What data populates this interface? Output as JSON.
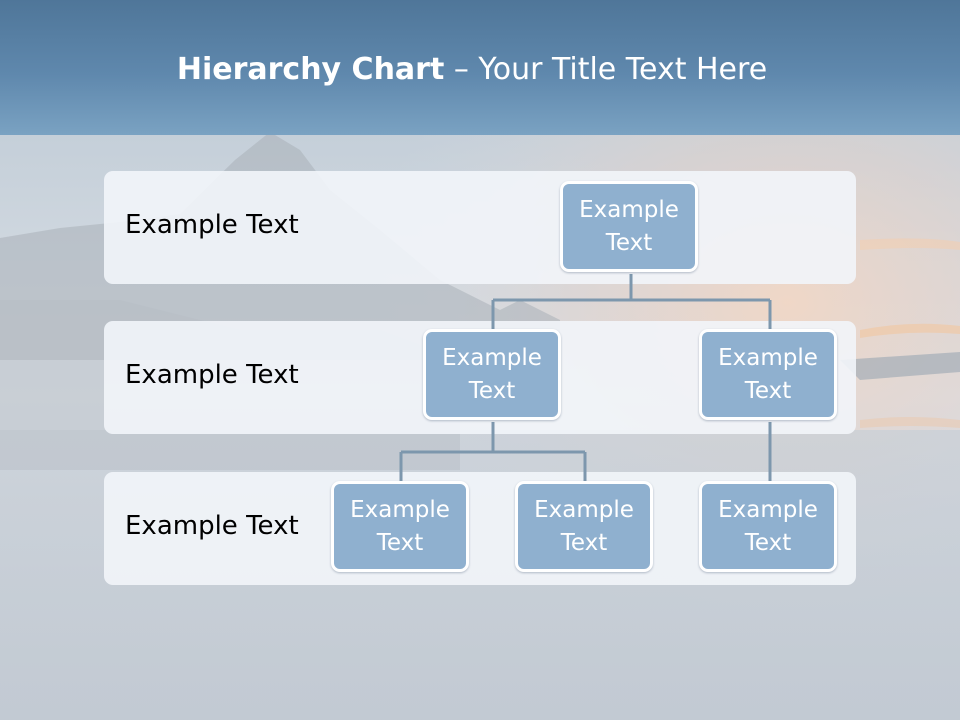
{
  "slide": {
    "title_bold": "Hierarchy Chart",
    "title_rest": " – Your Title Text Here"
  },
  "rows": [
    {
      "label": "Example Text"
    },
    {
      "label": "Example Text"
    },
    {
      "label": "Example Text"
    }
  ],
  "nodes": {
    "root": "Example Text",
    "level2_left": "Example Text",
    "level2_right": "Example Text",
    "level3_a": "Example Text",
    "level3_b": "Example Text",
    "level3_c": "Example Text"
  },
  "colors": {
    "node_fill": "#8fb0cf",
    "node_border": "#ffffff",
    "connector": "#7d97ad",
    "band_fill": "#f2f5f9",
    "header": "#5f88ad"
  }
}
